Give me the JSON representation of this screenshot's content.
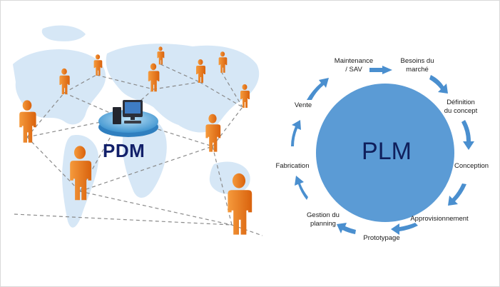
{
  "left_panel": {
    "title": "PDM",
    "map_color": "#cfe3f4",
    "person_color": "#f07b1a",
    "hub_color": "#4aa3d9",
    "computer_icon": "desktop-computer-icon"
  },
  "right_panel": {
    "center_label": "PLM",
    "circle_color": "#5b9bd5",
    "arrow_color": "#4a8fcf",
    "steps": [
      "Maintenance\n/ SAV",
      "Besoins du\nmarché",
      "Définition\ndu concept",
      "Conception",
      "Approvisionnement",
      "Prototypage",
      "Gestion du\nplanning",
      "Fabrication",
      "Vente"
    ]
  }
}
